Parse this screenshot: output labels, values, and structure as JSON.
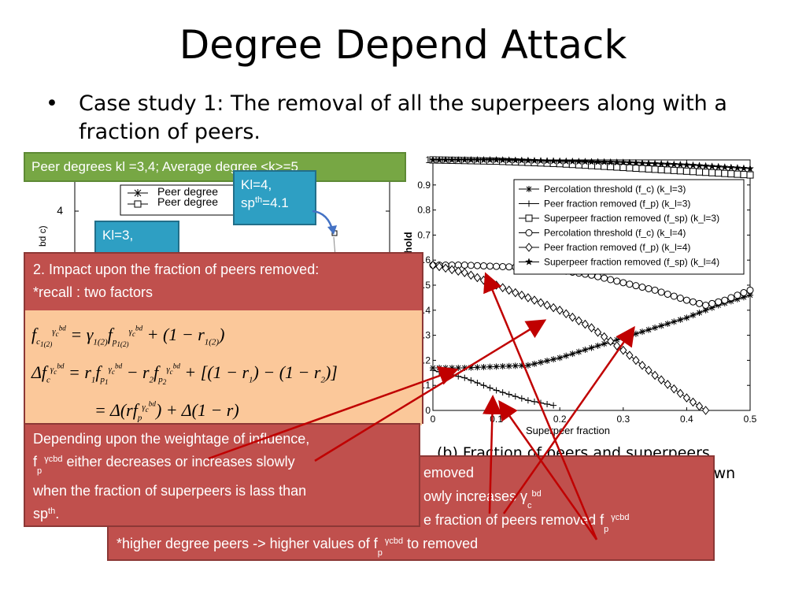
{
  "slide": {
    "title": "Degree Depend Attack",
    "bullet_symbol": "•",
    "bullet_text": "Case study 1: The removal of all the superpeers along with a fraction of peers."
  },
  "left_chart": {
    "legend": [
      "Peer degree",
      "Peer degree"
    ],
    "ytick": "4",
    "ylabel_fragment": "bd\nc)"
  },
  "callouts": {
    "green": "Peer degrees kl =3,4; Average degree <k>=5",
    "blue1_line1": "Kl=4,",
    "blue1_line2_a": "sp",
    "blue1_line2_sup": "th",
    "blue1_line2_b": "=4.1",
    "blue2": "Kl=3,"
  },
  "red_top": {
    "line1": "2. Impact upon the fraction of peers removed:",
    "line2": "*recall : two factors"
  },
  "red_left": {
    "t1": "Depending upon the weightage of influence,",
    "t2a": "f",
    "t2sub": "p",
    "t2sup": " γcbd",
    "t2b": " either decreases or increases slowly",
    "t3": "when the fraction of superpeers is lass than",
    "t4a": "sp",
    "t4sup": "th",
    "t4b": "."
  },
  "red_bottom": {
    "l1": "emoved",
    "l2a": "owly increases γ",
    "l2sub": "c",
    "l2sup": "bd",
    "l3a": "e fraction of peers removed f",
    "l3sub": "p",
    "l3sup": " γcbd",
    "l4a": "*higher degree peers -> higher values of f",
    "l4sub": "p",
    "l4sup": " γcbd",
    "l4b": "  to removed"
  },
  "caption": {
    "line1": "(b) Fraction of peers and superpeers",
    "line2": "own"
  },
  "chart_data": {
    "type": "line",
    "xlabel": "Superpeer fraction",
    "ylabel": "hold",
    "xlim": [
      0,
      0.5
    ],
    "ylim": [
      0,
      1
    ],
    "xticks": [
      "0",
      "0.1",
      "0.2",
      "0.3",
      "0.4",
      "0.5"
    ],
    "yticks": [
      "0",
      "0.1",
      "0.2",
      "0.3",
      "0.4",
      "0.5",
      "0.6",
      "0.7",
      "0.8",
      "0.9",
      "1"
    ],
    "legend_position": "top-right",
    "legend": [
      {
        "marker": "asterisk",
        "label": "Percolation threshold (f_c) (k_l=3)"
      },
      {
        "marker": "plus",
        "label": "Peer fraction removed (f_p) (k_l=3)"
      },
      {
        "marker": "square",
        "label": "Superpeer fraction removed (f_sp) (k_l=3)"
      },
      {
        "marker": "circle",
        "label": "Percolation threshold (f_c) (k_l=4)"
      },
      {
        "marker": "diamond",
        "label": "Peer fraction removed (f_p) (k_l=4)"
      },
      {
        "marker": "star",
        "label": "Superpeer fraction removed (f_sp) (k_l=4)"
      }
    ],
    "series": [
      {
        "name": "Percolation threshold (f_c) (k_l=3)",
        "marker": "asterisk",
        "x": [
          0,
          0.05,
          0.1,
          0.15,
          0.2,
          0.25,
          0.3,
          0.35,
          0.4,
          0.45,
          0.5
        ],
        "values": [
          0.17,
          0.17,
          0.175,
          0.18,
          0.21,
          0.25,
          0.29,
          0.33,
          0.37,
          0.42,
          0.46
        ]
      },
      {
        "name": "Peer fraction removed (f_p) (k_l=3)",
        "marker": "plus",
        "x": [
          0,
          0.05,
          0.1,
          0.15,
          0.19
        ],
        "values": [
          0.16,
          0.13,
          0.08,
          0.04,
          0.02
        ]
      },
      {
        "name": "Superpeer fraction removed (f_sp) (k_l=3)",
        "marker": "square",
        "x": [
          0,
          0.1,
          0.2,
          0.3,
          0.4,
          0.5
        ],
        "values": [
          1.0,
          0.995,
          0.985,
          0.97,
          0.955,
          0.94
        ]
      },
      {
        "name": "Percolation threshold (f_c) (k_l=4)",
        "marker": "circle",
        "x": [
          0,
          0.05,
          0.1,
          0.15,
          0.2,
          0.25,
          0.3,
          0.35,
          0.4,
          0.43,
          0.46,
          0.5
        ],
        "values": [
          0.58,
          0.58,
          0.575,
          0.57,
          0.56,
          0.54,
          0.51,
          0.48,
          0.44,
          0.42,
          0.44,
          0.48
        ]
      },
      {
        "name": "Peer fraction removed (f_p) (k_l=4)",
        "marker": "diamond",
        "x": [
          0,
          0.05,
          0.1,
          0.15,
          0.2,
          0.25,
          0.3,
          0.35,
          0.4,
          0.43
        ],
        "values": [
          0.58,
          0.55,
          0.5,
          0.45,
          0.4,
          0.33,
          0.24,
          0.14,
          0.05,
          0.0
        ]
      },
      {
        "name": "Superpeer fraction removed (f_sp) (k_l=4)",
        "marker": "star",
        "x": [
          0,
          0.1,
          0.2,
          0.3,
          0.4,
          0.5
        ],
        "values": [
          1.0,
          1.0,
          0.995,
          0.99,
          0.98,
          0.965
        ]
      }
    ]
  }
}
